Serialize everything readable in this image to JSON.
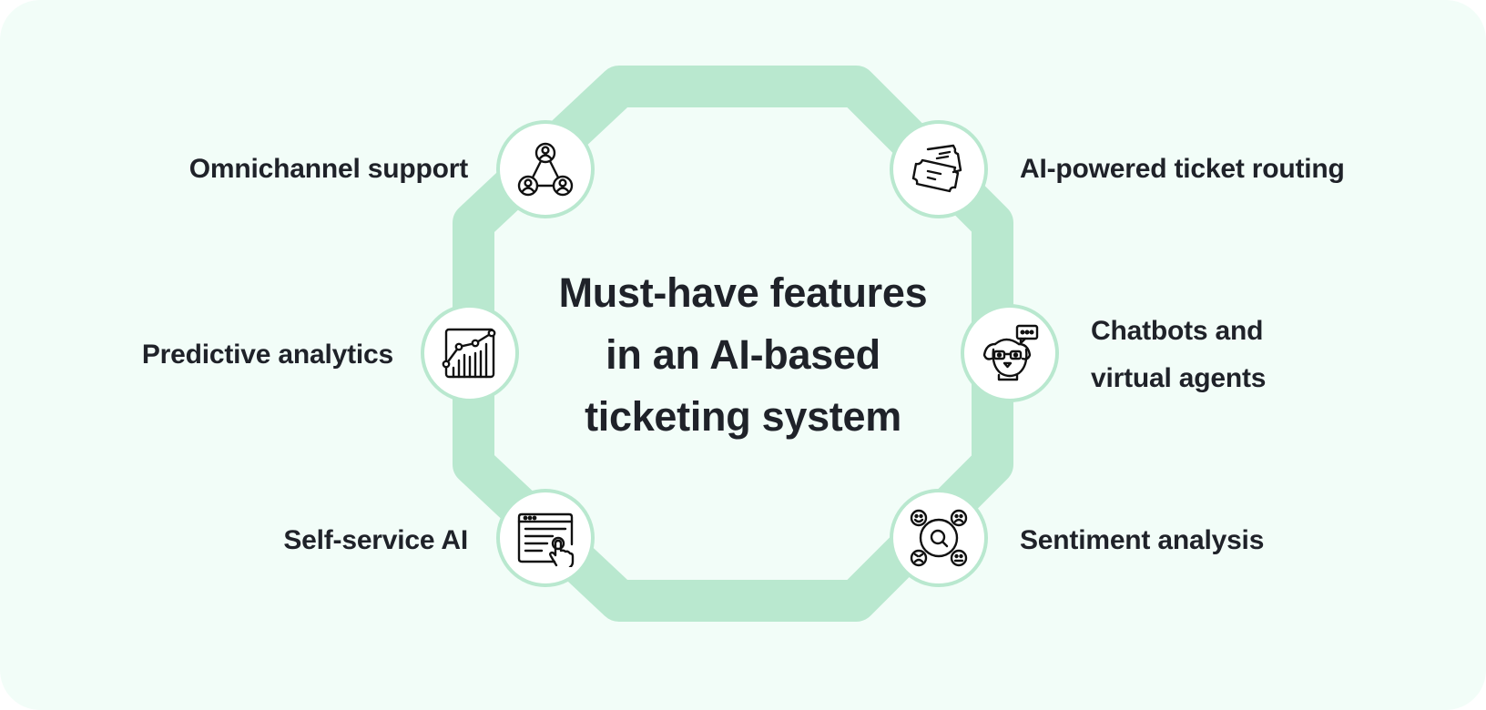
{
  "diagram": {
    "title_lines": [
      "Must-have features",
      "in an AI-based",
      "ticketing system"
    ],
    "colors": {
      "background": "#f2fdf8",
      "ring": "#b9e8cf",
      "node_fill": "#ffffff",
      "text": "#1f2229"
    },
    "features": [
      {
        "id": "omnichannel",
        "label": "Omnichannel support",
        "icon": "people-network-icon"
      },
      {
        "id": "ticket-routing",
        "label": "AI-powered ticket routing",
        "icon": "tickets-icon"
      },
      {
        "id": "predictive",
        "label": "Predictive analytics",
        "icon": "line-chart-icon"
      },
      {
        "id": "chatbots",
        "label_lines": [
          "Chatbots and",
          "virtual agents"
        ],
        "icon": "robot-dog-chat-icon"
      },
      {
        "id": "self-service",
        "label": "Self-service AI",
        "icon": "browser-click-icon"
      },
      {
        "id": "sentiment",
        "label": "Sentiment analysis",
        "icon": "emotion-search-icon"
      }
    ]
  }
}
